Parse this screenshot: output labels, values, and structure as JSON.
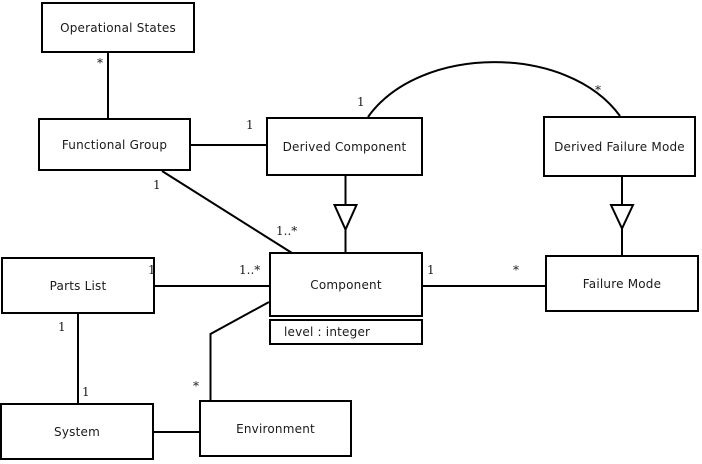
{
  "diagram": {
    "kind": "uml-class-diagram",
    "colors": {
      "background": "#ffffff",
      "line": "#000000",
      "text": "#1a1a1a"
    },
    "classes": [
      {
        "name": "Operational States"
      },
      {
        "name": "Functional Group"
      },
      {
        "name": "Derived Component"
      },
      {
        "name": "Derived Failure Mode"
      },
      {
        "name": "Parts List"
      },
      {
        "name": "Component",
        "attributes": [
          "level : integer"
        ]
      },
      {
        "name": "Failure Mode"
      },
      {
        "name": "System"
      },
      {
        "name": "Environment"
      }
    ],
    "relationships": [
      {
        "from": "Operational States",
        "to": "Functional Group",
        "type": "association",
        "source_mult": "*"
      },
      {
        "from": "Functional Group",
        "to": "Derived Component",
        "type": "association",
        "target_mult": "1"
      },
      {
        "from": "Derived Component",
        "to": "Derived Failure Mode",
        "type": "association",
        "source_mult": "1",
        "target_mult": "*"
      },
      {
        "from": "Functional Group",
        "to": "Component",
        "type": "association",
        "source_mult": "1",
        "target_mult": "1..*"
      },
      {
        "from": "Parts List",
        "to": "Component",
        "type": "association",
        "source_mult": "1",
        "target_mult": "1..*"
      },
      {
        "from": "Component",
        "to": "Failure Mode",
        "type": "association",
        "source_mult": "1",
        "target_mult": "*"
      },
      {
        "from": "Parts List",
        "to": "System",
        "type": "association",
        "source_mult": "1",
        "target_mult": "1"
      },
      {
        "from": "System",
        "to": "Environment",
        "type": "association"
      },
      {
        "from": "Component",
        "to": "Environment",
        "type": "association",
        "target_mult": "*"
      },
      {
        "from": "Derived Component",
        "to": "Component",
        "type": "generalization"
      },
      {
        "from": "Derived Failure Mode",
        "to": "Failure Mode",
        "type": "generalization"
      }
    ]
  }
}
